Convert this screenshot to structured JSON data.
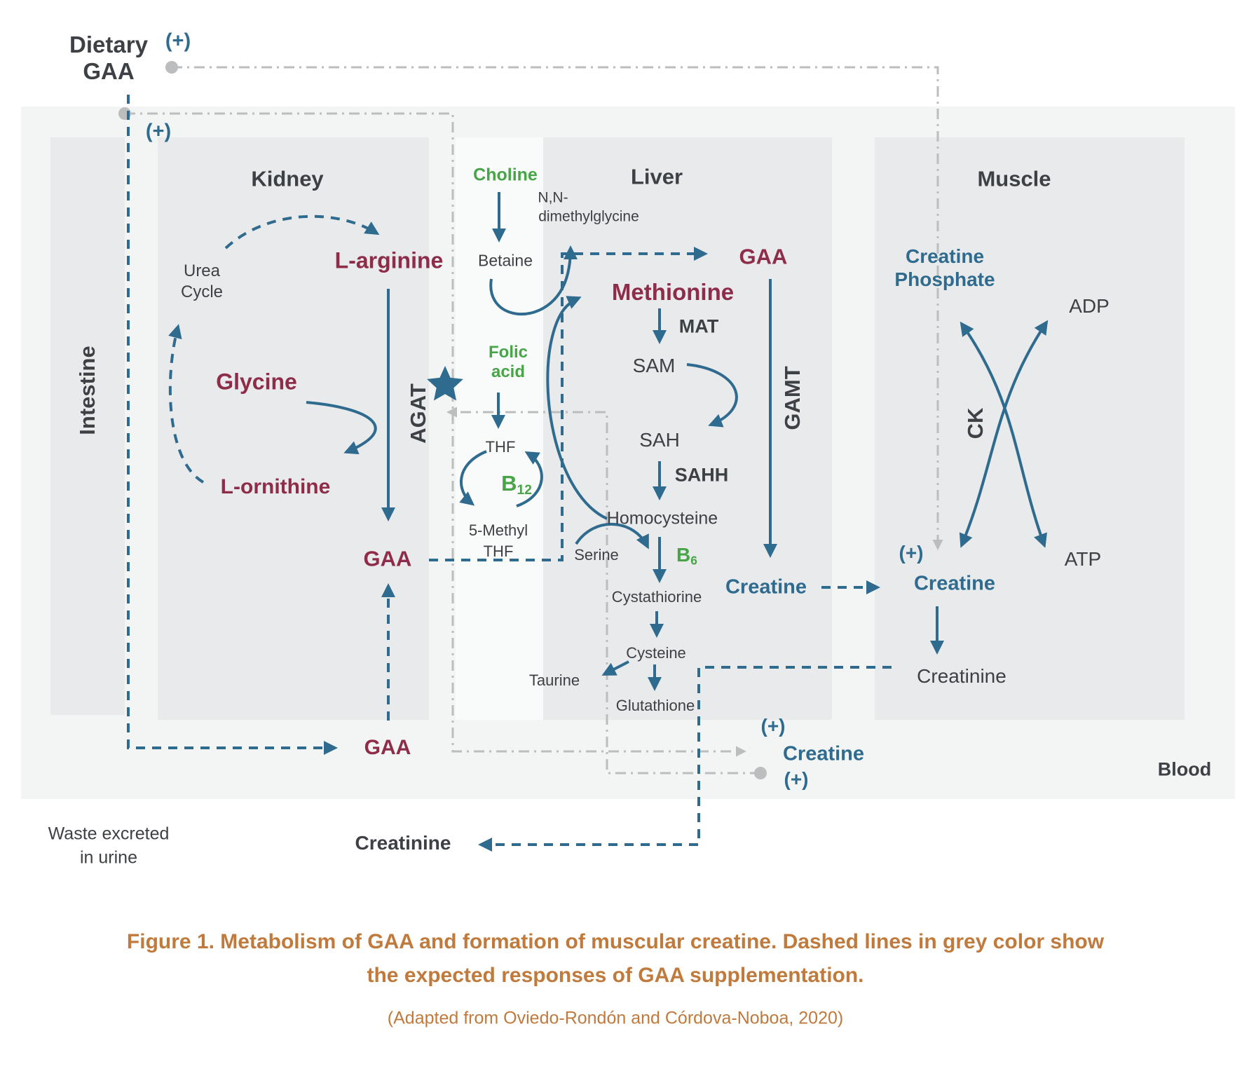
{
  "top": {
    "dietary_gaa_line1": "Dietary",
    "dietary_gaa_line2": "GAA",
    "plus_upper": "(+)",
    "plus_lower": "(+)"
  },
  "regions": {
    "intestine": "Intestine",
    "kidney": "Kidney",
    "liver": "Liver",
    "muscle": "Muscle",
    "blood": "Blood"
  },
  "kidney": {
    "urea_line1": "Urea",
    "urea_line2": "Cycle",
    "l_arginine": "L-arginine",
    "glycine": "Glycine",
    "l_ornithine": "L-ornithine",
    "agat": "AGAT",
    "gaa": "GAA"
  },
  "methyl_column": {
    "choline": "Choline",
    "betaine": "Betaine",
    "nn_line1": "N,N-",
    "nn_line2": "dimethylglycine",
    "folic_line1": "Folic",
    "folic_line2": "acid",
    "thf": "THF",
    "b12_base": "B",
    "b12_sub": "12",
    "five_methyl_line1": "5-Methyl",
    "five_methyl_line2": "THF",
    "serine": "Serine"
  },
  "liver": {
    "methionine": "Methionine",
    "mat": "MAT",
    "sam": "SAM",
    "sah": "SAH",
    "sahh": "SAHH",
    "homocysteine": "Homocysteine",
    "b6_base": "B",
    "b6_sub": "6",
    "cystathiorine": "Cystathiorine",
    "cysteine": "Cysteine",
    "taurine": "Taurine",
    "glutathione": "Glutathione",
    "gaa": "GAA",
    "gamt": "GAMT",
    "creatine": "Creatine"
  },
  "muscle": {
    "creatine_phosphate_line1": "Creatine",
    "creatine_phosphate_line2": "Phosphate",
    "adp": "ADP",
    "ck": "CK",
    "atp": "ATP",
    "plus": "(+)",
    "creatine": "Creatine",
    "creatinine": "Creatinine"
  },
  "blood": {
    "gaa": "GAA",
    "plus_top": "(+)",
    "creatine": "Creatine",
    "plus_bottom": "(+)"
  },
  "bottom": {
    "waste_line1": "Waste excreted",
    "waste_line2": "in urine",
    "creatinine": "Creatinine"
  },
  "caption": {
    "line1": "Figure 1. Metabolism of GAA and formation of muscular creatine. Dashed lines in grey color show",
    "line2": "the expected responses of GAA supplementation.",
    "adapted": "(Adapted from Oviedo-Rondón and Córdova-Noboa, 2020)"
  },
  "colors": {
    "metabolite_maroon": "#8e2d49",
    "arrow_blue": "#2f6b8f",
    "vitamin_green": "#47a547",
    "supplement_grey": "#bcbdbe",
    "text_dark": "#3d4145",
    "caption_orange": "#c07a3c",
    "organ_box": "#e9eaeb",
    "blood_box": "#f3f4f4"
  }
}
